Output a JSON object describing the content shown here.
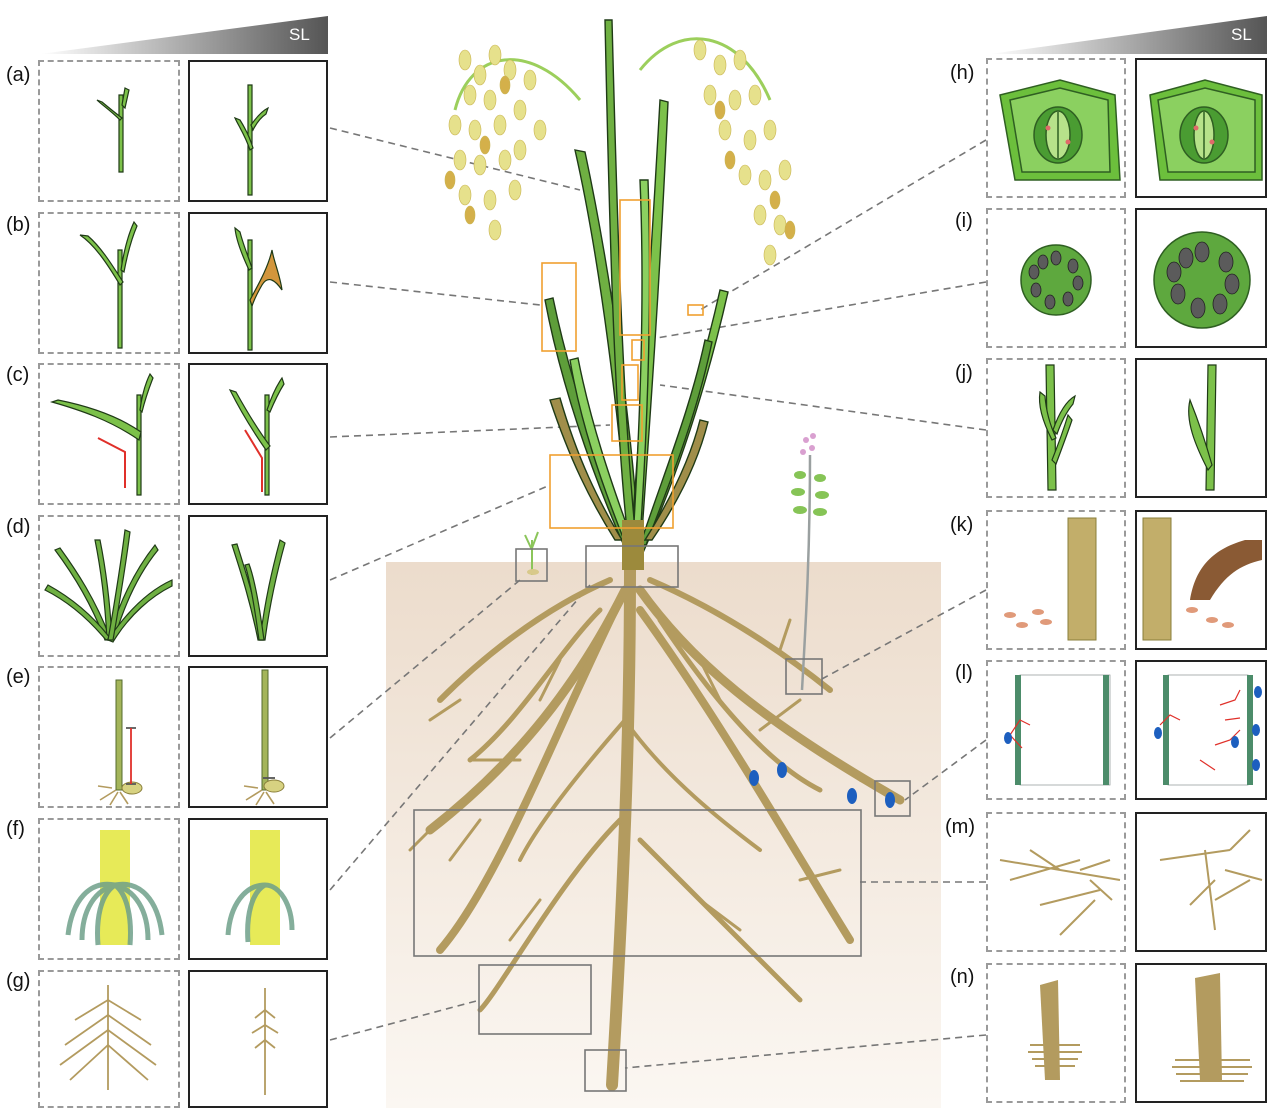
{
  "gradient_label_left": "SL",
  "gradient_label_right": "SL",
  "panel_labels": [
    "(a)",
    "(b)",
    "(c)",
    "(d)",
    "(e)",
    "(f)",
    "(g)",
    "(h)",
    "(i)",
    "(j)",
    "(k)",
    "(l)",
    "(m)",
    "(n)"
  ],
  "colors": {
    "leaf": "#7cc14a",
    "leaf_dark": "#2f5f22",
    "grain": "#e8e38a",
    "grain_gold": "#d4b04a",
    "root": "#b39b5f",
    "soil": "#efe2d6",
    "highlight_box": "#f0a030",
    "root_box": "#777777",
    "fungus": "#1d5fbf",
    "hypha": "#e0302a",
    "stomata_cell": "#8bd060"
  }
}
